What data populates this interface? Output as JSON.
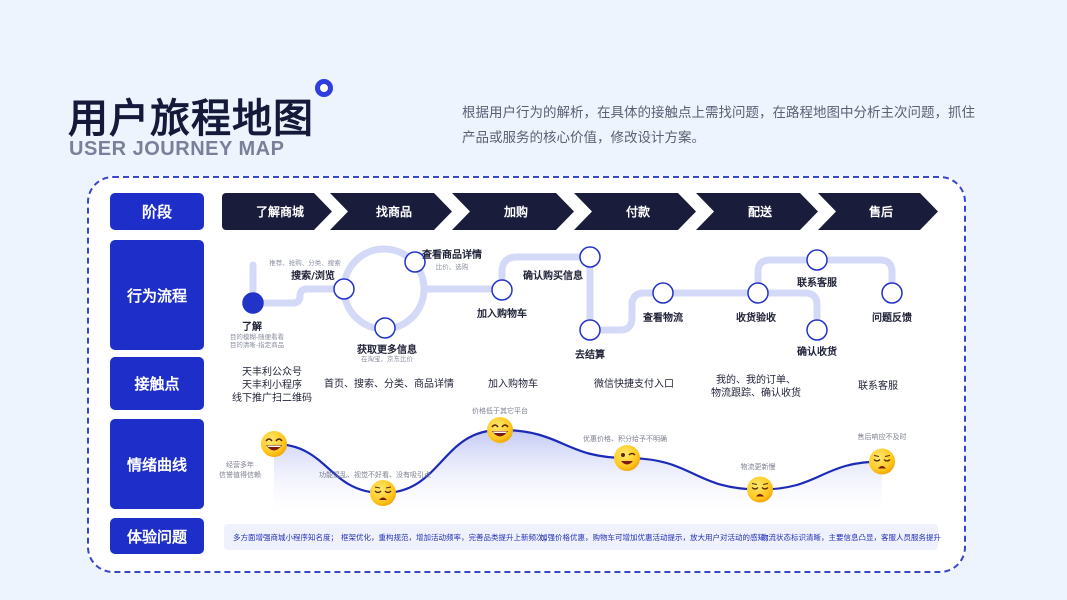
{
  "header": {
    "title": "用户旅程地图",
    "subtitle": "USER JOURNEY MAP",
    "description": "根据用户行为的解析，在具体的接触点上需找问题，在路程地图中分析主次问题，抓住产品或服务的核心价值，修改设计方案。"
  },
  "colors": {
    "accent": "#1e2fc9",
    "stage_bg": "#1a1c3b",
    "track": "#d3d9f7",
    "node_stroke": "#2233c8",
    "curve": "#1b2bb8"
  },
  "rows": {
    "stage": "阶段",
    "behavior": "行为流程",
    "touchpoint": "接触点",
    "emotion": "情绪曲线",
    "issue": "体验问题"
  },
  "stages": [
    "了解商城",
    "找商品",
    "加购",
    "付款",
    "配送",
    "售后"
  ],
  "behavior_nodes": [
    {
      "id": "learn",
      "title": "了解",
      "sub": [
        "目的模糊-随便看看",
        "目的清晰-指定商品"
      ],
      "start": true
    },
    {
      "id": "search",
      "title": "搜索/浏览",
      "sub": [
        "推荐、抢购、分类、搜索"
      ]
    },
    {
      "id": "detail",
      "title": "查看商品详情",
      "sub": [
        "比价、选购"
      ]
    },
    {
      "id": "more-info",
      "title": "获取更多信息",
      "sub": [
        "在淘宝、京东比价"
      ]
    },
    {
      "id": "add-cart",
      "title": "加入购物车",
      "sub": []
    },
    {
      "id": "confirm-buy",
      "title": "确认购买信息",
      "sub": []
    },
    {
      "id": "checkout",
      "title": "去结算",
      "sub": []
    },
    {
      "id": "logistics",
      "title": "查看物流",
      "sub": []
    },
    {
      "id": "receive-check",
      "title": "收货验收",
      "sub": []
    },
    {
      "id": "contact-cs",
      "title": "联系客服",
      "sub": []
    },
    {
      "id": "confirm-receipt",
      "title": "确认收货",
      "sub": []
    },
    {
      "id": "feedback",
      "title": "问题反馈",
      "sub": []
    }
  ],
  "touchpoints": [
    [
      "天丰利公众号",
      "天丰利小程序",
      "线下推广扫二维码"
    ],
    [
      "首页、搜索、分类、商品详情"
    ],
    [
      "加入购物车"
    ],
    [
      "微信快捷支付入口"
    ],
    [
      "我的、我的订单、",
      "物流跟踪、确认收货"
    ],
    [
      "联系客服"
    ]
  ],
  "chart_data": {
    "type": "line",
    "title": "情绪曲线",
    "categories": [
      "了解商城",
      "找商品",
      "加购",
      "付款",
      "配送",
      "售后"
    ],
    "series": [
      {
        "name": "情绪",
        "values": [
          0.8,
          0.1,
          1.0,
          0.6,
          0.15,
          0.55
        ],
        "moods": [
          "happy",
          "sad",
          "happy",
          "wink",
          "sad",
          "sad"
        ]
      }
    ],
    "annotations": [
      [
        "经营多年",
        "信誉值得信赖"
      ],
      [
        "功能混乱、视觉不好看、没有吸引点"
      ],
      [
        "价格低于其它平台"
      ],
      [
        "优惠价格、积分给予不明确"
      ],
      [
        "物流更新慢"
      ],
      [
        "售后响应不及时"
      ]
    ],
    "ylim": [
      0,
      1
    ],
    "grid": false,
    "legend": "none"
  },
  "issues": [
    "多方面增强商城小程序知名度；",
    "框架优化，重构规范，增加活动频率，完善品类提升上新频次；",
    "加强价格优惠，购物车可增加优惠活动提示，放大用户对活动的感知；",
    "物流状态标识清晰，主要信息凸显，客服人员服务提升"
  ]
}
